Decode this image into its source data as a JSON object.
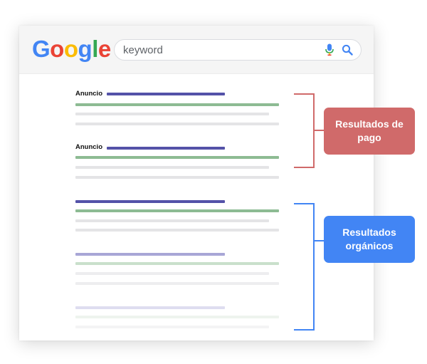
{
  "logo": {
    "letters": [
      {
        "char": "G",
        "color": "#4285F4"
      },
      {
        "char": "o",
        "color": "#EA4335"
      },
      {
        "char": "o",
        "color": "#FBBC05"
      },
      {
        "char": "g",
        "color": "#4285F4"
      },
      {
        "char": "l",
        "color": "#34A853"
      },
      {
        "char": "e",
        "color": "#EA4335"
      }
    ]
  },
  "search": {
    "value": "keyword",
    "mic_icon": "microphone-icon",
    "search_icon": "search-icon"
  },
  "results": {
    "ad_label_1": "Anuncio",
    "ad_label_2": "Anuncio"
  },
  "annotations": {
    "paid": {
      "label": "Resultados de pago",
      "color": "#D06A6A"
    },
    "organic": {
      "label": "Resultados orgánicos",
      "color": "#4285F4"
    }
  },
  "colors": {
    "title_bar": "#5452A8",
    "url_bar": "#8DBB93",
    "snippet_bar": "#E4E4E6"
  }
}
